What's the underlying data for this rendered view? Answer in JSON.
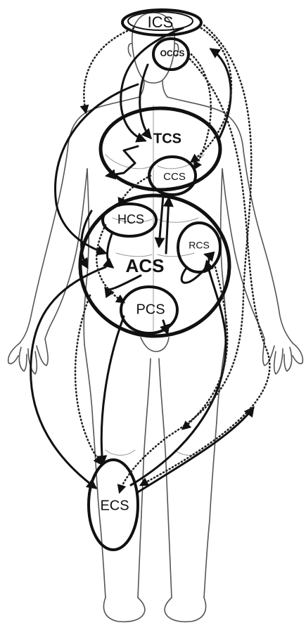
{
  "diagram": {
    "labels": {
      "ics": "ICS",
      "occs": "OCCS",
      "tcs": "TCS",
      "ccs": "CCS",
      "hcs": "HCS",
      "rcs": "RCS",
      "acs": "ACS",
      "pcs": "PCS",
      "ecs": "ECS"
    }
  }
}
